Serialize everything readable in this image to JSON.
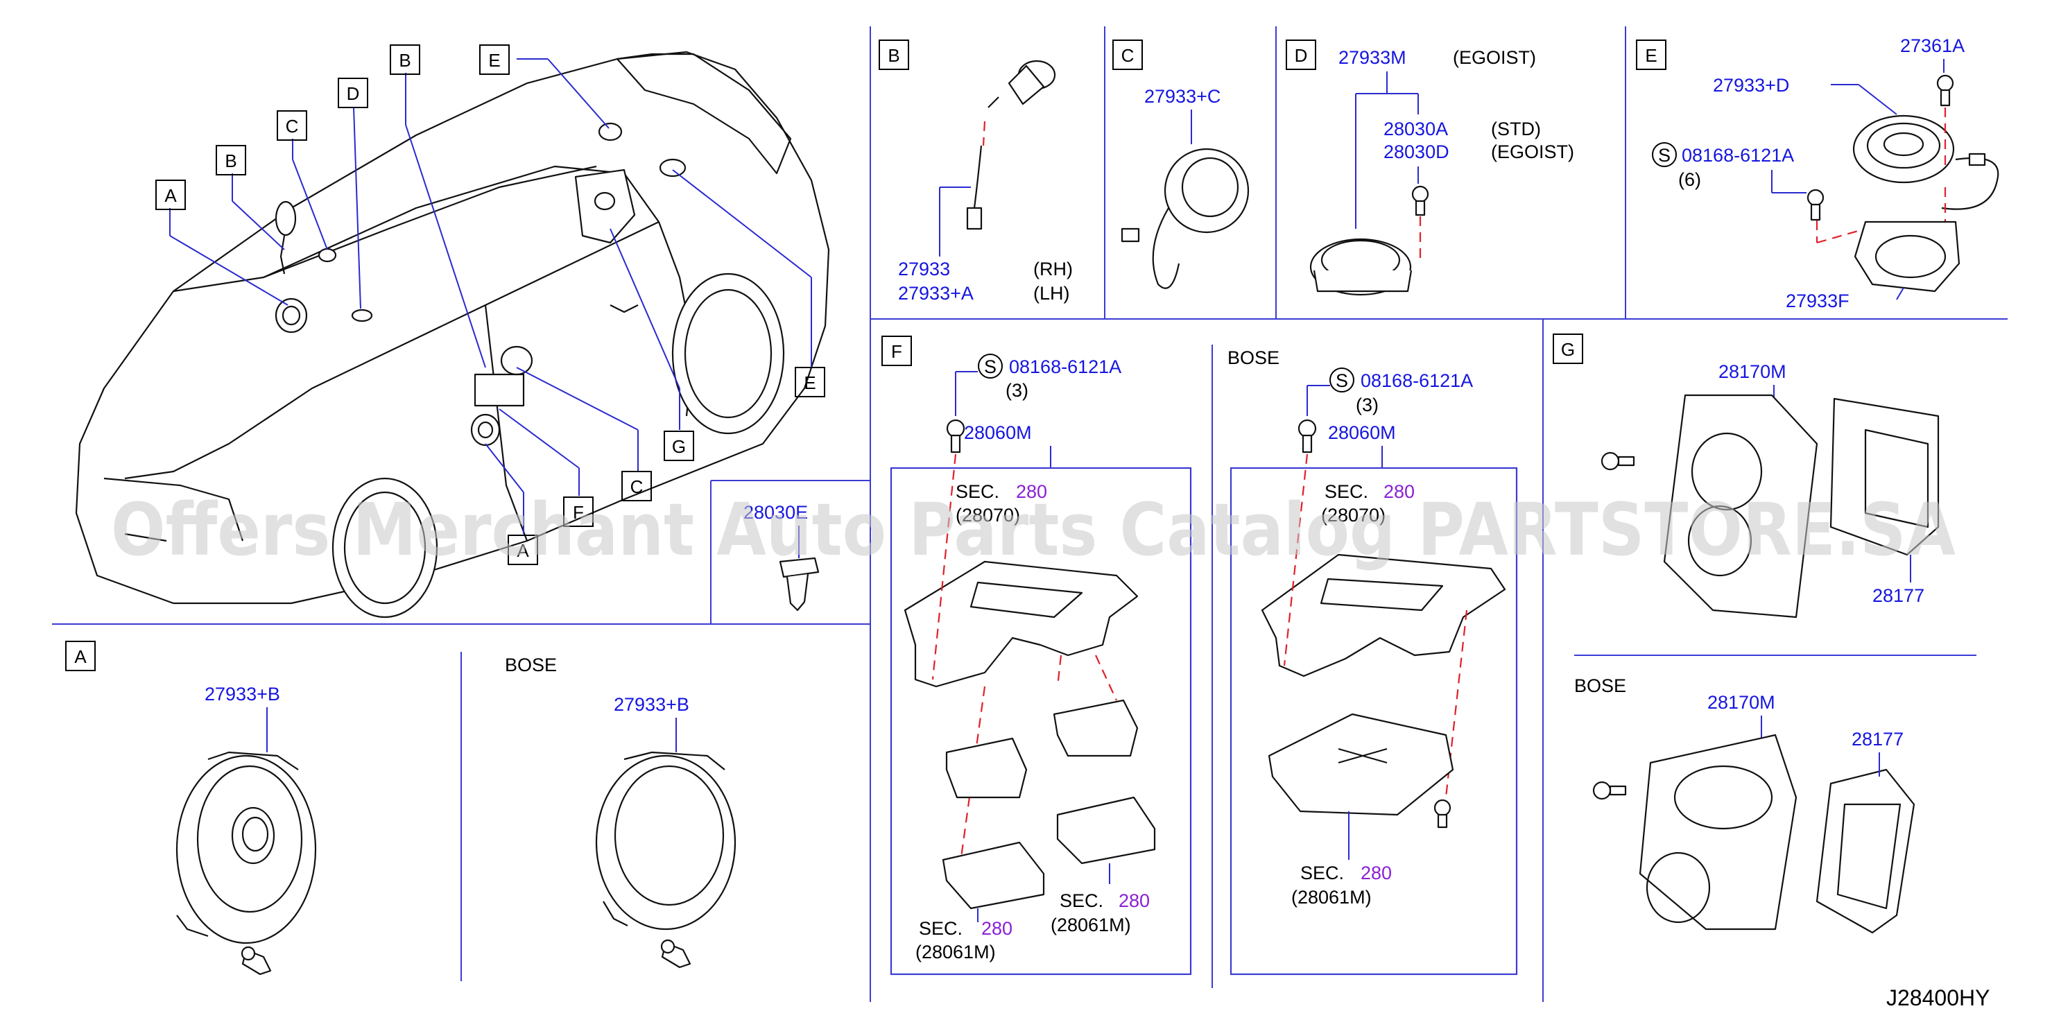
{
  "watermark": "Offers Merchant Auto Parts Catalog PARTSTORE.SA",
  "figure_code": "J28400HY",
  "overview_callouts": [
    "A",
    "B",
    "C",
    "D",
    "E",
    "B",
    "E",
    "C",
    "G",
    "F",
    "A"
  ],
  "sections": {
    "A": {
      "letter": "A",
      "part": "27933+B",
      "bose_label": "BOSE",
      "bose_part": "27933+B"
    },
    "B": {
      "letter": "B",
      "part_rh": "27933",
      "part_lh": "27933+A",
      "rh": "(RH)",
      "lh": "(LH)"
    },
    "C": {
      "letter": "C",
      "part": "27933+C"
    },
    "D": {
      "letter": "D",
      "top_part": "27933M",
      "top_note": "(EGOIST)",
      "p1": "28030A",
      "n1": "(STD)",
      "p2": "28030D",
      "n2": "(EGOIST)"
    },
    "E": {
      "letter": "E",
      "p_top": "27361A",
      "p_main": "27933+D",
      "s_code": "S",
      "screw": "08168-6121A",
      "qty": "(6)",
      "p_bottom": "27933F"
    },
    "mid": {
      "part": "28030E"
    },
    "F": {
      "letter": "F",
      "s_code": "S",
      "screw": "08168-6121A",
      "qty": "(3)",
      "bracket": "28060M",
      "sec1": "SEC.",
      "sec1_num": "280",
      "sec1_ref": "(28070)",
      "sec2": "SEC.",
      "sec2_num": "280",
      "sec2_ref": "(28061M)",
      "sec3": "SEC.",
      "sec3_num": "280",
      "sec3_ref": "(28061M)",
      "bose_label": "BOSE",
      "bose_s": "S",
      "bose_screw": "08168-6121A",
      "bose_qty": "(3)",
      "bose_bracket": "28060M",
      "bose_sec1": "SEC.",
      "bose_sec1_num": "280",
      "bose_sec1_ref": "(28070)",
      "bose_sec2": "SEC.",
      "bose_sec2_num": "280",
      "bose_sec2_ref": "(28061M)"
    },
    "G": {
      "letter": "G",
      "p1": "28170M",
      "p2": "28177",
      "bose_label": "BOSE",
      "bose_p1": "28170M",
      "bose_p2": "28177"
    }
  }
}
